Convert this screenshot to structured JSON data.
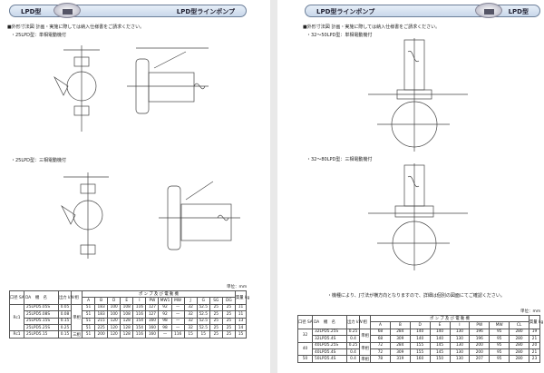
{
  "left": {
    "header": {
      "left": "LPD型",
      "right": "LPD型ラインポンプ"
    },
    "section_title": "■外形寸法図",
    "section_note": "計画・実施に際しては納入仕様書をご請求ください。",
    "sub1": "・25LPD型：単相電動機付",
    "sub2": "・25LPD型：三相電動機付",
    "unit": "単位：mm",
    "table": {
      "h_bore": "口径 SA DA",
      "h_model": "機　名",
      "h_output": "出力 kW",
      "h_phase": "相",
      "h_group": "ポ ン プ 及 び 電 動 機",
      "h_mass": "質量 kg",
      "cols": [
        "A",
        "B",
        "D",
        "E",
        "I",
        "PW",
        "MW1",
        "MW",
        "J",
        "G",
        "SG",
        "DG"
      ],
      "rows": [
        {
          "bore": "Rc1",
          "model": "25LPD5.05S",
          "output": "0.05",
          "phase": "単相",
          "v": [
            "51",
            "183",
            "100",
            "108",
            "116",
            "127",
            "92",
            "—",
            "32",
            "52.5",
            "25",
            "25"
          ],
          "mass": "11"
        },
        {
          "bore": "",
          "model": "25LPD5.08S",
          "output": "0.08",
          "phase": "",
          "v": [
            "51",
            "183",
            "100",
            "108",
            "116",
            "127",
            "92",
            "—",
            "32",
            "52.5",
            "25",
            "25"
          ],
          "mass": "11"
        },
        {
          "bore": "",
          "model": "25LPD5.15S",
          "output": "0.15",
          "phase": "",
          "v": [
            "51",
            "215",
            "120",
            "128",
            "154",
            "160",
            "98",
            "—",
            "32",
            "52.5",
            "25",
            "25"
          ],
          "mass": "13"
        },
        {
          "bore": "",
          "model": "25LPD5.25S",
          "output": "0.25",
          "phase": "",
          "v": [
            "51",
            "225",
            "120",
            "128",
            "154",
            "160",
            "98",
            "—",
            "32",
            "52.5",
            "25",
            "25"
          ],
          "mass": "14"
        },
        {
          "bore": "Rc1",
          "model": "25LPD5.15",
          "output": "0.15",
          "phase": "三相",
          "v": [
            "51",
            "200",
            "120",
            "128",
            "116",
            "160",
            "—",
            "116",
            "15",
            "15",
            "25",
            "25"
          ],
          "mass": "15"
        }
      ]
    }
  },
  "right": {
    "header": {
      "left": "LPD型ラインポンプ",
      "right": "LPD型"
    },
    "section_title": "■外形寸法図",
    "section_note": "計画・実施に際しては納入仕様書をご請求ください。",
    "sub1": "・32～50LPD型：単相電動機付",
    "sub2": "・32～80LPD型：三相電動機付",
    "note": "・機種により、J寸法が横方向となりますので、詳細は個別の図面にてご確認ください。",
    "unit": "単位：mm",
    "table": {
      "h_bore": "口径 SA DA",
      "h_model": "機　名",
      "h_output": "出力 kW",
      "h_phase": "相",
      "h_group": "ポ ン プ 及 び 電 動 機",
      "h_mass": "質量 kg",
      "cols": [
        "A",
        "B",
        "D",
        "E",
        "I",
        "PW",
        "MW",
        "CL"
      ],
      "rows": [
        {
          "bore": "32",
          "model": "32LPD5.25S",
          "output": "0.25",
          "phase": "単相",
          "v": [
            "68",
            "284",
            "140",
            "140",
            "130",
            "196",
            "95",
            "280"
          ],
          "mass": "19"
        },
        {
          "bore": "",
          "model": "32LPD5.4S",
          "output": "0.4",
          "phase": "",
          "v": [
            "68",
            "309",
            "140",
            "140",
            "130",
            "196",
            "95",
            "280"
          ],
          "mass": "21"
        },
        {
          "bore": "40",
          "model": "40LPD5.25S",
          "output": "0.25",
          "phase": "単相",
          "v": [
            "72",
            "284",
            "155",
            "145",
            "130",
            "200",
            "95",
            "280"
          ],
          "mass": "20"
        },
        {
          "bore": "",
          "model": "40LPD5.4S",
          "output": "0.4",
          "phase": "",
          "v": [
            "72",
            "309",
            "155",
            "145",
            "130",
            "200",
            "95",
            "280"
          ],
          "mass": "21"
        },
        {
          "bore": "50",
          "model": "50LPD5.4S",
          "output": "0.4",
          "phase": "単相",
          "v": [
            "78",
            "319",
            "160",
            "150",
            "130",
            "207",
            "95",
            "280"
          ],
          "mass": "23"
        }
      ]
    }
  }
}
